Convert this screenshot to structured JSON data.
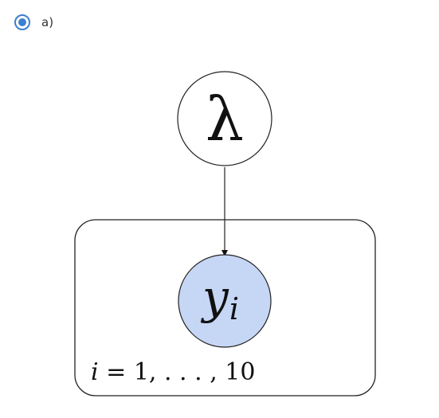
{
  "option": {
    "label": "a)",
    "selected": true,
    "accent_color": "#3b7fcf"
  },
  "diagram": {
    "parent_node": {
      "label": "λ",
      "fill": "#ffffff"
    },
    "child_node": {
      "label": "y",
      "subscript": "i",
      "fill": "#c6d6f5"
    },
    "plate": {
      "label_var": "i",
      "label_rest": " = 1, . . . , 10"
    }
  }
}
